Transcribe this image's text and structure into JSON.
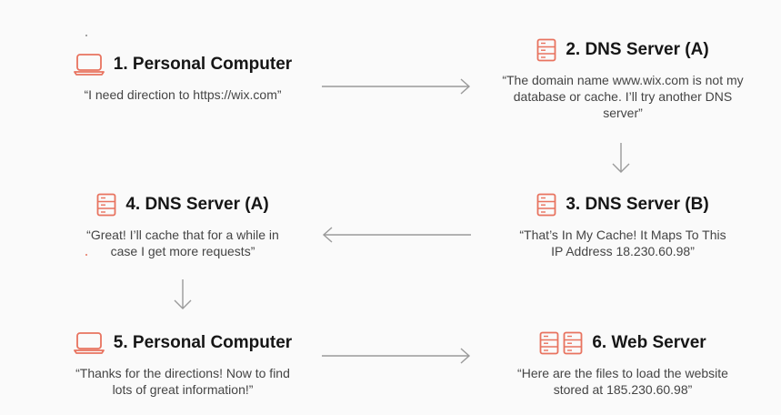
{
  "colors": {
    "accent": "#e8735f",
    "arrow": "#9a9a9a",
    "text": "#161616",
    "desc": "#444444"
  },
  "steps": [
    {
      "title": "1. Personal Computer",
      "icon": "laptop-icon",
      "desc": "“I need direction to https://wix.com”"
    },
    {
      "title": "2. DNS Server (A)",
      "icon": "server-icon",
      "desc": "“The domain name www.wix.com is not my database or cache. I’ll try another DNS server”"
    },
    {
      "title": "3. DNS Server (B)",
      "icon": "server-icon",
      "desc": "“That’s In My Cache! It Maps To This IP Address 18.230.60.98”"
    },
    {
      "title": "4. DNS Server (A)",
      "icon": "server-icon",
      "desc": "“Great! I’ll cache that for a while in case I get more requests”"
    },
    {
      "title": "5. Personal Computer",
      "icon": "laptop-icon",
      "desc": "“Thanks for the directions! Now to find lots of great information!”"
    },
    {
      "title": "6. Web Server",
      "icon": "server-pair-icon",
      "desc": "“Here are the files to load the website stored at 185.230.60.98”"
    }
  ]
}
